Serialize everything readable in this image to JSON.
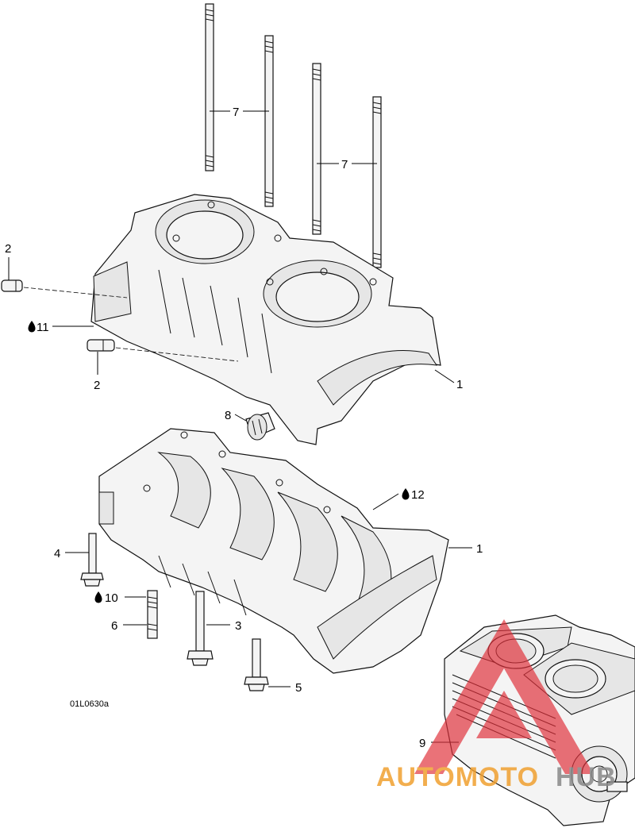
{
  "diagram": {
    "reference_code": "01L0630a",
    "callouts": {
      "stud_left": "7",
      "stud_right": "7",
      "plug_upper": "2",
      "plug_lower": "2",
      "sealant_upper": "11",
      "crankcase_upper": "1",
      "bushing": "8",
      "sealant_lower": "12",
      "crankcase_lower": "1",
      "bolt_4": "4",
      "sealant_stud": "10",
      "stud_6": "6",
      "bolt_3": "3",
      "bolt_5": "5",
      "engine": "9"
    },
    "icons": {
      "sealant": "oil-drop-icon"
    }
  },
  "watermark": {
    "text_orange": "AUTOMOTO",
    "text_gray": "HUB",
    "colors": {
      "orange": "#f0a030",
      "gray": "#888888",
      "red": "#e0303a"
    }
  }
}
